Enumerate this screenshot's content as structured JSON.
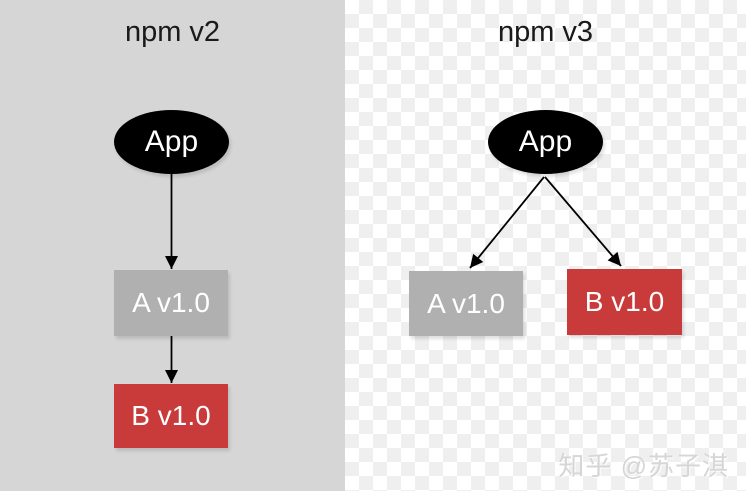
{
  "diagram": {
    "panels": [
      {
        "id": "npm-v2",
        "title": "npm v2",
        "nodes": [
          {
            "id": "app",
            "label": "App",
            "shape": "ellipse",
            "color": "#000000"
          },
          {
            "id": "a",
            "label": "A v1.0",
            "shape": "rect",
            "color": "#b0b0b0"
          },
          {
            "id": "b",
            "label": "B v1.0",
            "shape": "rect",
            "color": "#c93a3a"
          }
        ],
        "edges": [
          {
            "from": "App",
            "to": "A v1.0"
          },
          {
            "from": "A v1.0",
            "to": "B v1.0"
          }
        ]
      },
      {
        "id": "npm-v3",
        "title": "npm v3",
        "nodes": [
          {
            "id": "app",
            "label": "App",
            "shape": "ellipse",
            "color": "#000000"
          },
          {
            "id": "a",
            "label": "A v1.0",
            "shape": "rect",
            "color": "#b0b0b0"
          },
          {
            "id": "b",
            "label": "B v1.0",
            "shape": "rect",
            "color": "#c93a3a"
          }
        ],
        "edges": [
          {
            "from": "App",
            "to": "A v1.0"
          },
          {
            "from": "App",
            "to": "B v1.0"
          }
        ]
      }
    ]
  },
  "watermark": {
    "text": "知乎 @苏子淇"
  },
  "colors": {
    "left_panel_bg": "#d6d6d6",
    "checker_light": "#ffffff",
    "checker_dark": "#efefef",
    "node_app": "#000000",
    "node_a": "#b0b0b0",
    "node_b": "#c93a3a",
    "node_text": "#ffffff",
    "title_text": "#1a1a1a",
    "edge": "#000000",
    "watermark_text": "#d6d6d6"
  }
}
